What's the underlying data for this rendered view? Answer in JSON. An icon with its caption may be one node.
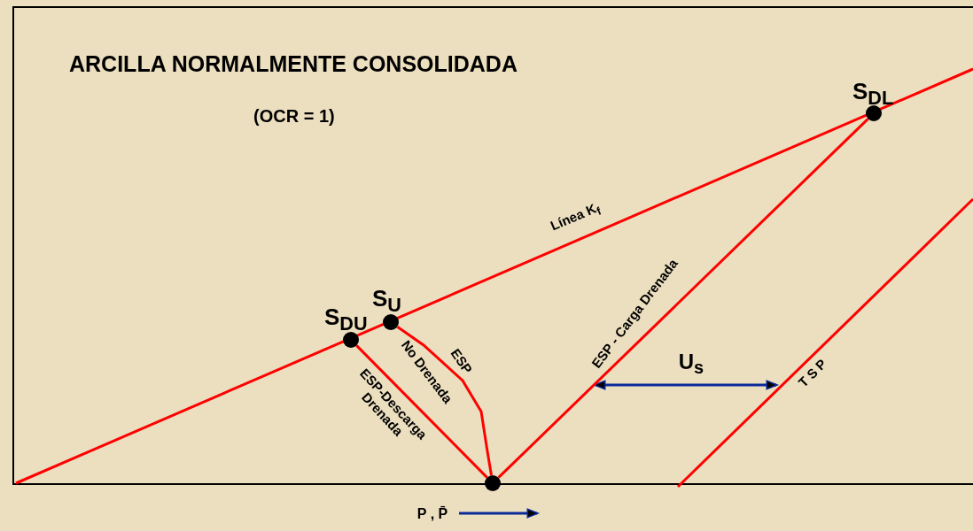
{
  "diagram": {
    "title": "ARCILLA  NORMALMENTE CONSOLIDADA",
    "nodes": [
      {
        "text": [
          "S$_{DL}$"
        ]
      },
      {
        "text": [
          "S$_{U}$"
        ]
      },
      {
        "text": [
          "S$_{DU}$"
        ]
      },
      {
        "text": [],
        "shape": "circle"
      }
    ],
    "edges": [
      {
        "from": 3,
        "to": 1,
        "arrow": "none",
        "label": "No Drenada"
      },
      {
        "from": 3,
        "to": 2,
        "arrow": "none",
        "label": "ESP-Descarga Drenada"
      },
      {
        "from": 3,
        "to": 0,
        "arrow": "none",
        "label": "ESP - Carga Drenada"
      }
    ],
    "labels": [
      "(OCR = 1)",
      "Línea K$_{f}$",
      "ESP",
      "U$_{s}$",
      "TSP",
      "P , P̄"
    ]
  }
}
